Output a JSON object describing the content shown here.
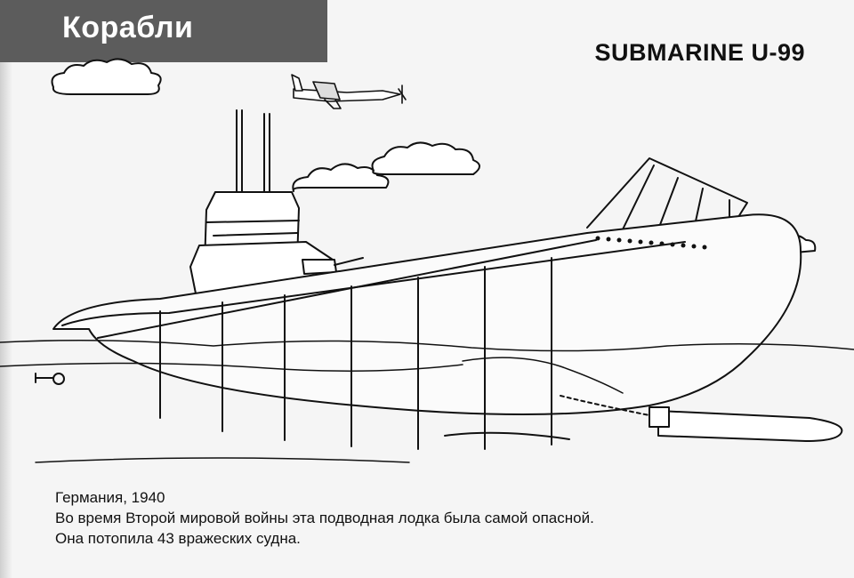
{
  "header": {
    "section_title": "Корабли",
    "ship_title": "SUBMARINE U-99"
  },
  "illustration": {
    "subject": "submarine-drawing",
    "elements": [
      "submarine",
      "airplane",
      "clouds",
      "torpedo",
      "water"
    ]
  },
  "caption": {
    "line1": "Германия, 1940",
    "line2": "Во время Второй мировой войны эта подводная лодка  была самой  опасной.",
    "line3": "Она потопила 43 вражеских судна."
  },
  "colors": {
    "banner": "#5c5c5c",
    "ink": "#111111",
    "paper": "#f5f5f5"
  }
}
